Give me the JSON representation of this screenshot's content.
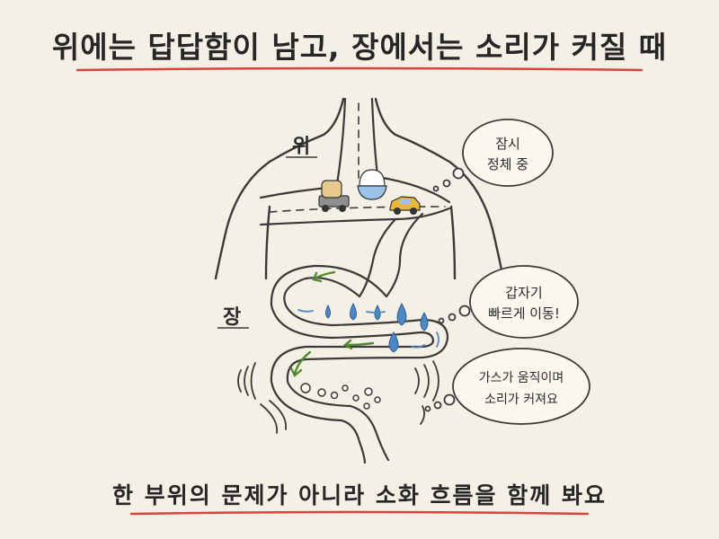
{
  "title": "위에는 답답함이 남고, 장에서는 소리가 커질 때",
  "footer": "한 부위의 문제가 아니라 소화 흐름을 함께 봐요",
  "labels": {
    "stomach": "위",
    "intestine": "장"
  },
  "bubbles": {
    "stomach": [
      "잠시",
      "정체 중"
    ],
    "middle": [
      "갑자기",
      "빠르게 이동!"
    ],
    "lower": [
      "가스가 움직이며",
      "소리가 커져요"
    ]
  },
  "icons": [
    "bread-truck-icon",
    "rice-bowl-icon",
    "car-icon",
    "water-drop-icon",
    "gas-bubble-icon",
    "green-arrow-icon",
    "sound-wave-icon"
  ],
  "colors": {
    "underline": "#d6473f",
    "arrow": "#4f8a2f",
    "water": "#4e88c4",
    "car": "#e8b83a",
    "ink": "#2b2b2b"
  }
}
